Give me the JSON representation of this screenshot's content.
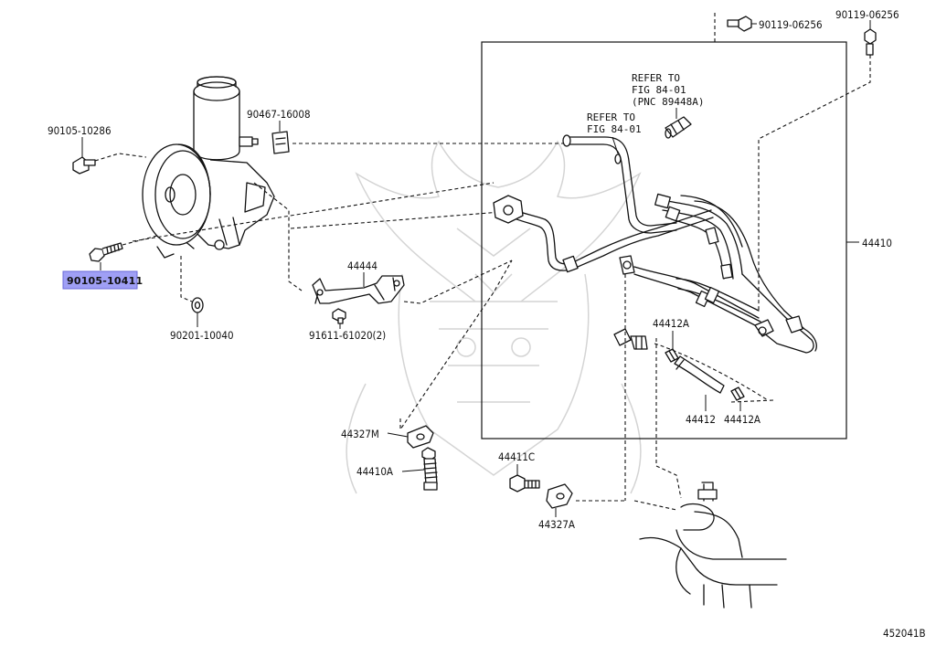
{
  "diagram": {
    "figure_code": "452041B",
    "callouts": {
      "p90105_10286": "90105-10286",
      "p90105_10411": "90105-10411",
      "p90201_10040": "90201-10040",
      "p90467_16008": "90467-16008",
      "p44444": "44444",
      "p91611_61020": "91611-61020(2)",
      "p90119_06256_a": "90119-06256",
      "p90119_06256_b": "90119-06256",
      "p44410": "44410",
      "p44412A_top": "44412A",
      "p44412": "44412",
      "p44412A_bottom": "44412A",
      "p44327M": "44327M",
      "p44410A": "44410A",
      "p44411C": "44411C",
      "p44327A": "44327A"
    },
    "refer_notes": {
      "note1_line1": "REFER TO",
      "note1_line2": "FIG 84-01",
      "note1_line3": "(PNC 89448A)",
      "note2_line1": "REFER TO",
      "note2_line2": "FIG 84-01"
    },
    "highlighted_part": "90105-10411",
    "colors": {
      "line": "#111111",
      "highlight": "#9f9ff5",
      "watermark": "#d4d4d4"
    }
  }
}
